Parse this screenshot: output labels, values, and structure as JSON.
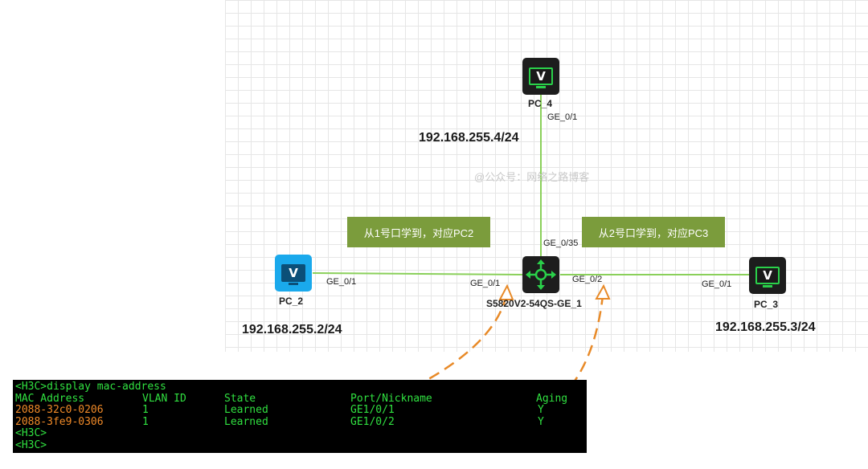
{
  "devices": {
    "pc4": {
      "name": "PC_4",
      "glyph": "V"
    },
    "pc2": {
      "name": "PC_2",
      "glyph": "V"
    },
    "pc3": {
      "name": "PC_3",
      "glyph": "V"
    },
    "switch": {
      "name": "S5820V2-54QS-GE_1"
    }
  },
  "ports": {
    "pc4_port": "GE_0/1",
    "sw_up": "GE_0/35",
    "pc2_port": "GE_0/1",
    "sw_left": "GE_0/1",
    "sw_right": "GE_0/2",
    "pc3_port": "GE_0/1"
  },
  "ips": {
    "pc4": "192.168.255.4/24",
    "pc2": "192.168.255.2/24",
    "pc3": "192.168.255.3/24"
  },
  "notes": {
    "left": "从1号口学到，对应PC2",
    "right": "从2号口学到，对应PC3"
  },
  "watermark": "@公众号：网络之路博客",
  "terminal": {
    "command": "<H3C>display mac-address",
    "headers": [
      "MAC Address",
      "VLAN ID",
      "State",
      "Port/Nickname",
      "Aging"
    ],
    "rows": [
      [
        "2088-32c0-0206",
        "1",
        "Learned",
        "GE1/0/1",
        "Y"
      ],
      [
        "2088-3fe9-0306",
        "1",
        "Learned",
        "GE1/0/2",
        "Y"
      ]
    ],
    "prompts": [
      "<H3C>",
      "<H3C>"
    ]
  },
  "colors": {
    "link": "#8ad05a",
    "note_bg": "#7b9c3c",
    "arrow": "#e88a28",
    "terminal_green": "#30e040",
    "terminal_orange": "#f08a28"
  },
  "icons": {
    "pc": "monitor-icon",
    "switch": "switch-arrows-icon"
  }
}
